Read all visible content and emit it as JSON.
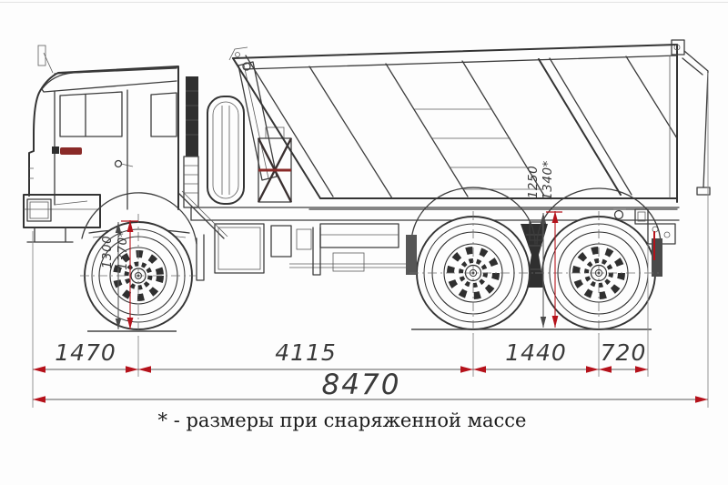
{
  "diagram": {
    "footnote": "* - размеры при снаряженной массе",
    "dims": {
      "front_overhang": "1470",
      "wheelbase": "4115",
      "rear_bogie_base": "1440",
      "rear_overhang": "720",
      "overall_length": "8470",
      "front_height_gvw": "1300",
      "front_height_curb": "1370*",
      "rear_height_gvw": "1250",
      "rear_height_curb": "1340*"
    }
  },
  "colors": {
    "arrow_red": "#b5121b",
    "accent_red": "#8a2a28",
    "line_dark": "#3c3c3c"
  }
}
